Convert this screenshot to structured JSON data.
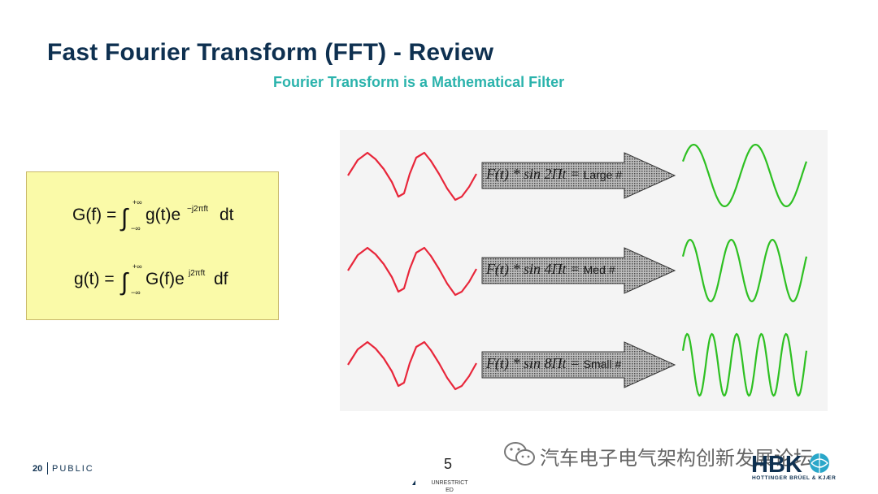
{
  "slide": {
    "title": "Fast Fourier Transform (FFT) - Review",
    "subtitle": "Fourier Transform is a Mathematical Filter"
  },
  "formulas": {
    "forward": {
      "lhs": "G(f) =",
      "integrand": "g(t)e",
      "exp": "−j2πft",
      "tail": "dt",
      "upper": "+∞",
      "lower": "−∞"
    },
    "inverse": {
      "lhs": "g(t) =",
      "integrand": "G(f)e",
      "exp": "j2πft",
      "tail": "df",
      "upper": "+∞",
      "lower": "−∞"
    }
  },
  "rows": [
    {
      "expr": "F(t) * sin 2Πt =",
      "result": "Large #",
      "output_cycles": 2
    },
    {
      "expr": "F(t) * sin 4Πt =",
      "result": "Med #",
      "output_cycles": 3
    },
    {
      "expr": "F(t) * sin 8Πt =",
      "result": "Small #",
      "output_cycles": 5
    }
  ],
  "colors": {
    "input_wave": "#e8263a",
    "output_wave": "#2ec022",
    "title": "#0e3050",
    "subtitle": "#2bb3ac",
    "formula_bg": "#fafaa8"
  },
  "footer": {
    "page": "20",
    "classification": "PUBLIC",
    "slide_number": "5",
    "unrestricted": "UNRESTRICT ED",
    "watermark": "汽车电子电气架构创新发展论坛",
    "logo_text": "HBK",
    "logo_subtext": "HOTTINGER BRÜEL & KJÆR"
  }
}
